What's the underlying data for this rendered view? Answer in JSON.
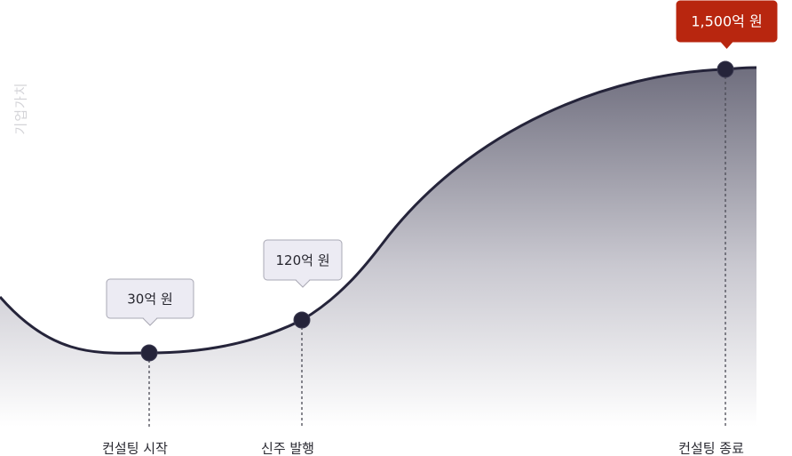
{
  "chart_data": {
    "type": "area",
    "ylabel": "기업가치",
    "points": [
      {
        "label": "컨설팅 시작",
        "value_label": "30억 원",
        "value": 30,
        "highlight": false
      },
      {
        "label": "신주 발행",
        "value_label": "120억 원",
        "value": 120,
        "highlight": false
      },
      {
        "label": "컨설팅 종료",
        "value_label": "1,500억 원",
        "value": 1500,
        "highlight": true
      }
    ],
    "grid": false,
    "legend": "none"
  },
  "colors": {
    "curve": "#25243a",
    "marker": "#25243a",
    "area_top": "#6f6e7e",
    "area_bottom": "#ffffff",
    "callout_fill": "#ecebf3",
    "callout_border": "#a9a8b4",
    "highlight_fill": "#b8260f"
  }
}
